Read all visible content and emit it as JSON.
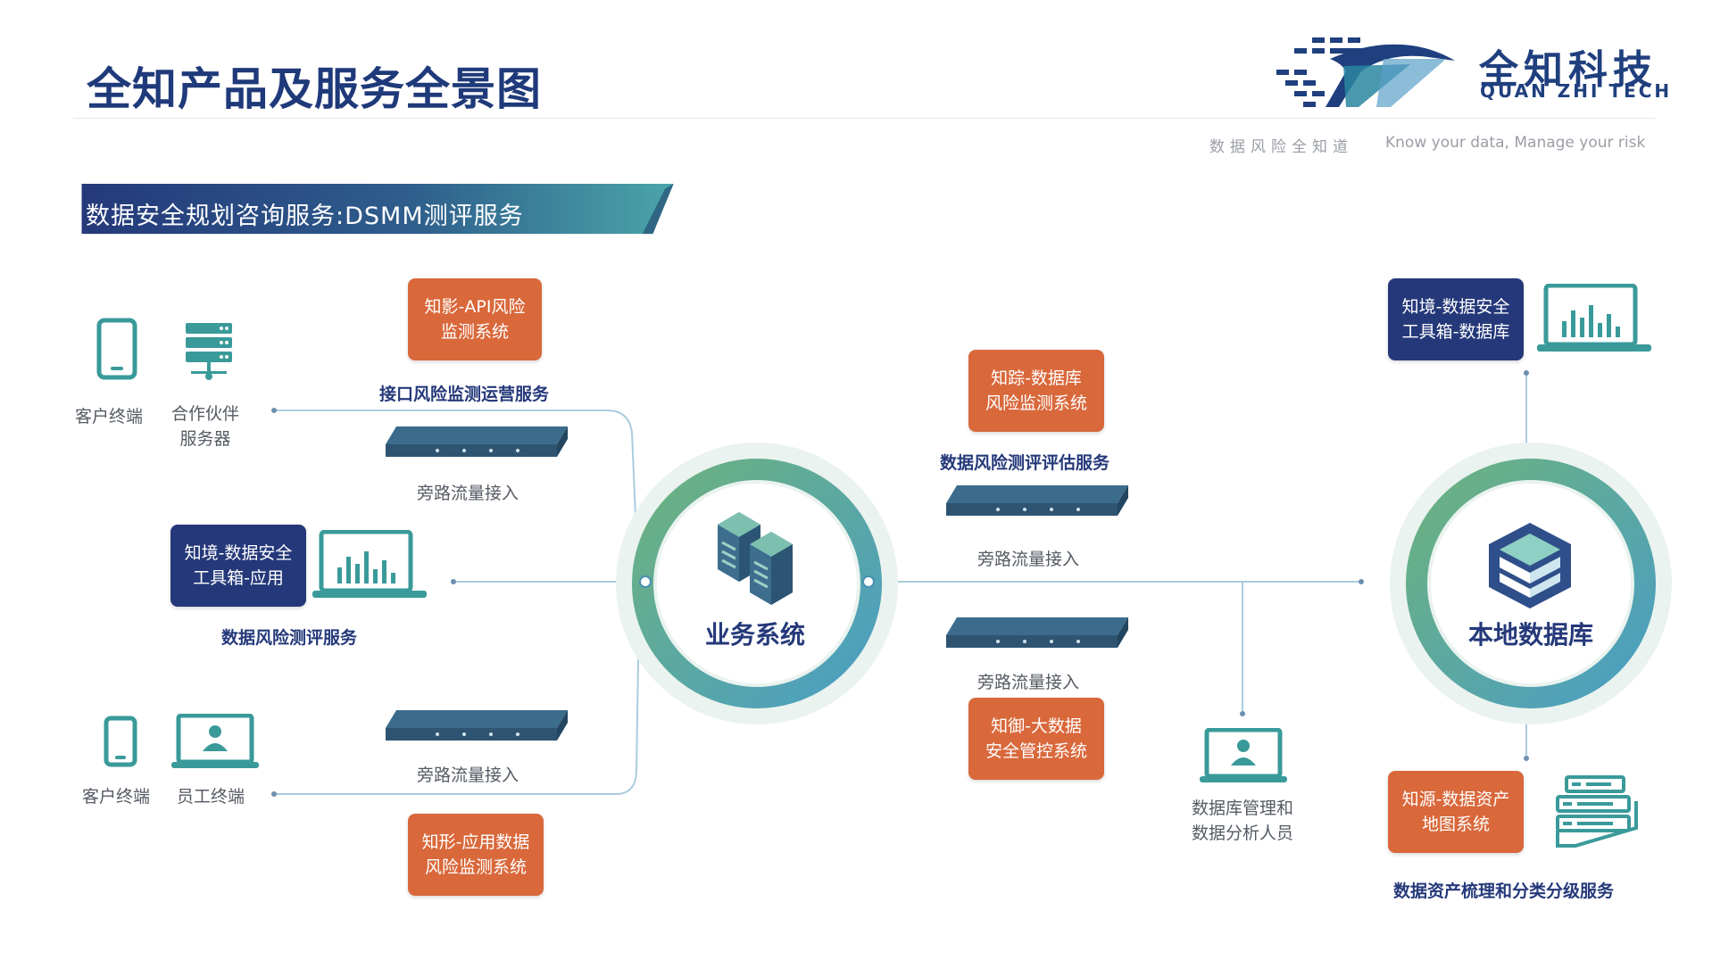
{
  "header": {
    "title": "全知产品及服务全景图",
    "logo_cn": "全知科技",
    "logo_en": "QUAN ZHI TECH",
    "slogan_cn": "数据风险全知道",
    "slogan_en": "Know your data, Manage your risk"
  },
  "banner": {
    "text": "数据安全规划咨询服务:DSMM测评服务"
  },
  "left": {
    "client_terminal_1": "客户终端",
    "partner_server_1": "合作伙伴",
    "partner_server_2": "服务器",
    "client_terminal_2": "客户终端",
    "employee_terminal": "员工终端",
    "zhiying_1": "知影-API风险",
    "zhiying_2": "监测系统",
    "api_service": "接口风险监测运营服务",
    "bypass_top": "旁路流量接入",
    "zhijing_app_1": "知境-数据安全",
    "zhijing_app_2": "工具箱-应用",
    "risk_eval_service": "数据风险测评服务",
    "bypass_bottom": "旁路流量接入",
    "zhixing_1": "知形-应用数据",
    "zhixing_2": "风险监测系统"
  },
  "center": {
    "business_system": "业务系统"
  },
  "middle": {
    "zhizong_1": "知踪-数据库",
    "zhizong_2": "风险监测系统",
    "db_eval_service": "数据风险测评评估服务",
    "bypass_top": "旁路流量接入",
    "bypass_bottom": "旁路流量接入",
    "zhiyu_1": "知御-大数据",
    "zhiyu_2": "安全管控系统",
    "db_admin_1": "数据库管理和",
    "db_admin_2": "数据分析人员"
  },
  "right": {
    "zhijing_db_1": "知境-数据安全",
    "zhijing_db_2": "工具箱-数据库",
    "local_db": "本地数据库",
    "zhiyuan_1": "知源-数据资产",
    "zhiyuan_2": "地图系统",
    "asset_service": "数据资产梳理和分类分级服务"
  },
  "colors": {
    "navy": "#25397a",
    "orange": "#d9683b",
    "teal": "#3a9a9a",
    "green": "#5aa880",
    "blue_ring": "#4a9ec4"
  }
}
